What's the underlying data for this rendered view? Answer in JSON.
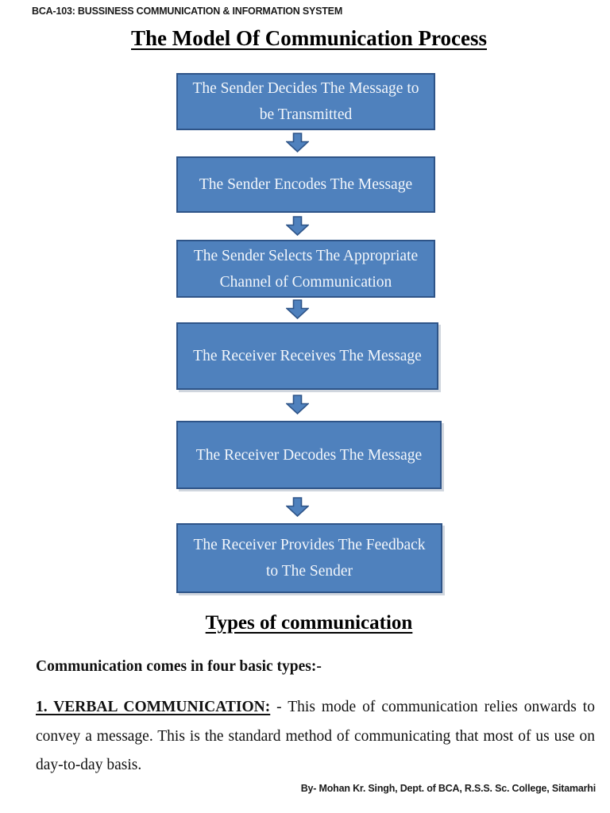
{
  "document": {
    "course_header": "BCA-103: BUSSINESS COMMUNICATION & INFORMATION SYSTEM",
    "title": "The Model Of Communication Process",
    "footer_byline": "By- Mohan Kr. Singh, Dept. of BCA, R.S.S. Sc. College, Sitamarhi"
  },
  "flowchart": {
    "box_fill": "#4f81bd",
    "box_border": "#2e5488",
    "box_text_color": "#f2f6fb",
    "boxes": [
      {
        "text": "The Sender Decides The Message to be Transmitted"
      },
      {
        "text": "The Sender Encodes The Message"
      },
      {
        "text": "The Sender Selects The Appropriate Channel of Communication"
      },
      {
        "text": "The Receiver Receives The Message"
      },
      {
        "text": "The Receiver Decodes The Message"
      },
      {
        "text": "The Receiver Provides The Feedback to The Sender"
      }
    ]
  },
  "types_section": {
    "heading": "Types of communication",
    "intro": "Communication comes in four basic types:-",
    "items": [
      {
        "label": "1. VERBAL COMMUNICATION:",
        "text": " - This mode of communication relies onwards to convey a message. This is the standard method of communicating that most of us use on day-to-day basis."
      }
    ]
  }
}
